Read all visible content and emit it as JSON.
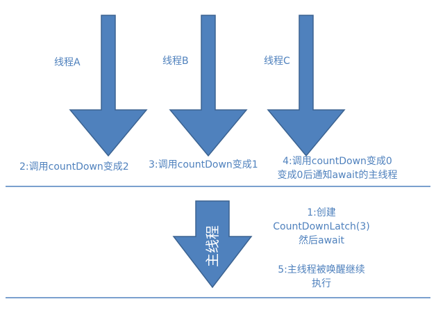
{
  "colors": {
    "arrow_fill": "#4f81bd",
    "arrow_stroke": "#3b6290",
    "text": "#4f81bd",
    "divider": "#4f81bd",
    "main_thread_label": "#ffffff"
  },
  "threads": [
    {
      "name": "线程A",
      "action": "2:调用countDown变成2"
    },
    {
      "name": "线程B",
      "action": "3:调用countDown变成1"
    },
    {
      "name": "线程C",
      "action_line1": "4:调用countDown变成0",
      "action_line2": "变成0后通知await的主线程"
    }
  ],
  "main_thread": {
    "label": "主线程",
    "step1_line1": "1:创建",
    "step1_line2": "CountDownLatch(3)",
    "step1_line3": "然后await",
    "step5_line1": "5:主线程被唤醒继续",
    "step5_line2": "执行"
  }
}
